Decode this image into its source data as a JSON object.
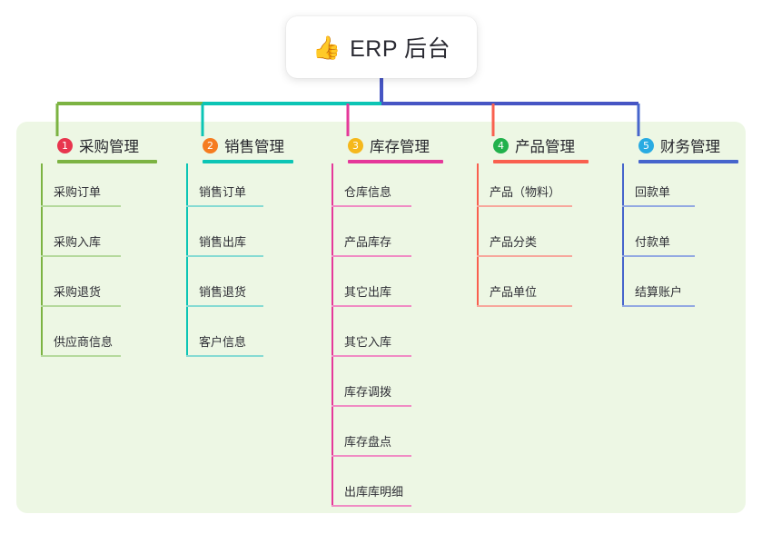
{
  "root": {
    "icon": "thumbs-up-icon",
    "emoji": "👍",
    "label": "ERP 后台"
  },
  "colors": {
    "panel_bg": "#edf7e4",
    "root_text": "#2b2b33",
    "trunk": "#4655c4"
  },
  "branches": [
    {
      "number": "1",
      "badge_color": "#e8354e",
      "line_color": "#7cb342",
      "child_line_color": "#b5d99c",
      "title": "采购管理",
      "children": [
        "采购订单",
        "采购入库",
        "采购退货",
        "供应商信息"
      ]
    },
    {
      "number": "2",
      "badge_color": "#f57c20",
      "line_color": "#0cc5b5",
      "child_line_color": "#86dbd3",
      "title": "销售管理",
      "children": [
        "销售订单",
        "销售出库",
        "销售退货",
        "客户信息"
      ]
    },
    {
      "number": "3",
      "badge_color": "#f5b81c",
      "line_color": "#e5389a",
      "child_line_color": "#f08cc4",
      "title": "库存管理",
      "children": [
        "仓库信息",
        "产品库存",
        "其它出库",
        "其它入库",
        "库存调拨",
        "库存盘点",
        "出库库明细"
      ]
    },
    {
      "number": "4",
      "badge_color": "#22b14c",
      "line_color": "#f9604f",
      "child_line_color": "#f7a79c",
      "title": "产品管理",
      "children": [
        "产品（物料）",
        "产品分类",
        "产品单位"
      ]
    },
    {
      "number": "5",
      "badge_color": "#29abe2",
      "line_color": "#4665cc",
      "child_line_color": "#93a9e2",
      "title": "财务管理",
      "children": [
        "回款单",
        "付款单",
        "结算账户"
      ]
    }
  ],
  "layout": {
    "branch_x": [
      45,
      205,
      365,
      525,
      685
    ],
    "head_rule_widths": [
      110,
      100,
      105,
      105,
      110
    ],
    "child_step": 55,
    "child_rule_widths": [
      88,
      85,
      88,
      105,
      80
    ]
  }
}
